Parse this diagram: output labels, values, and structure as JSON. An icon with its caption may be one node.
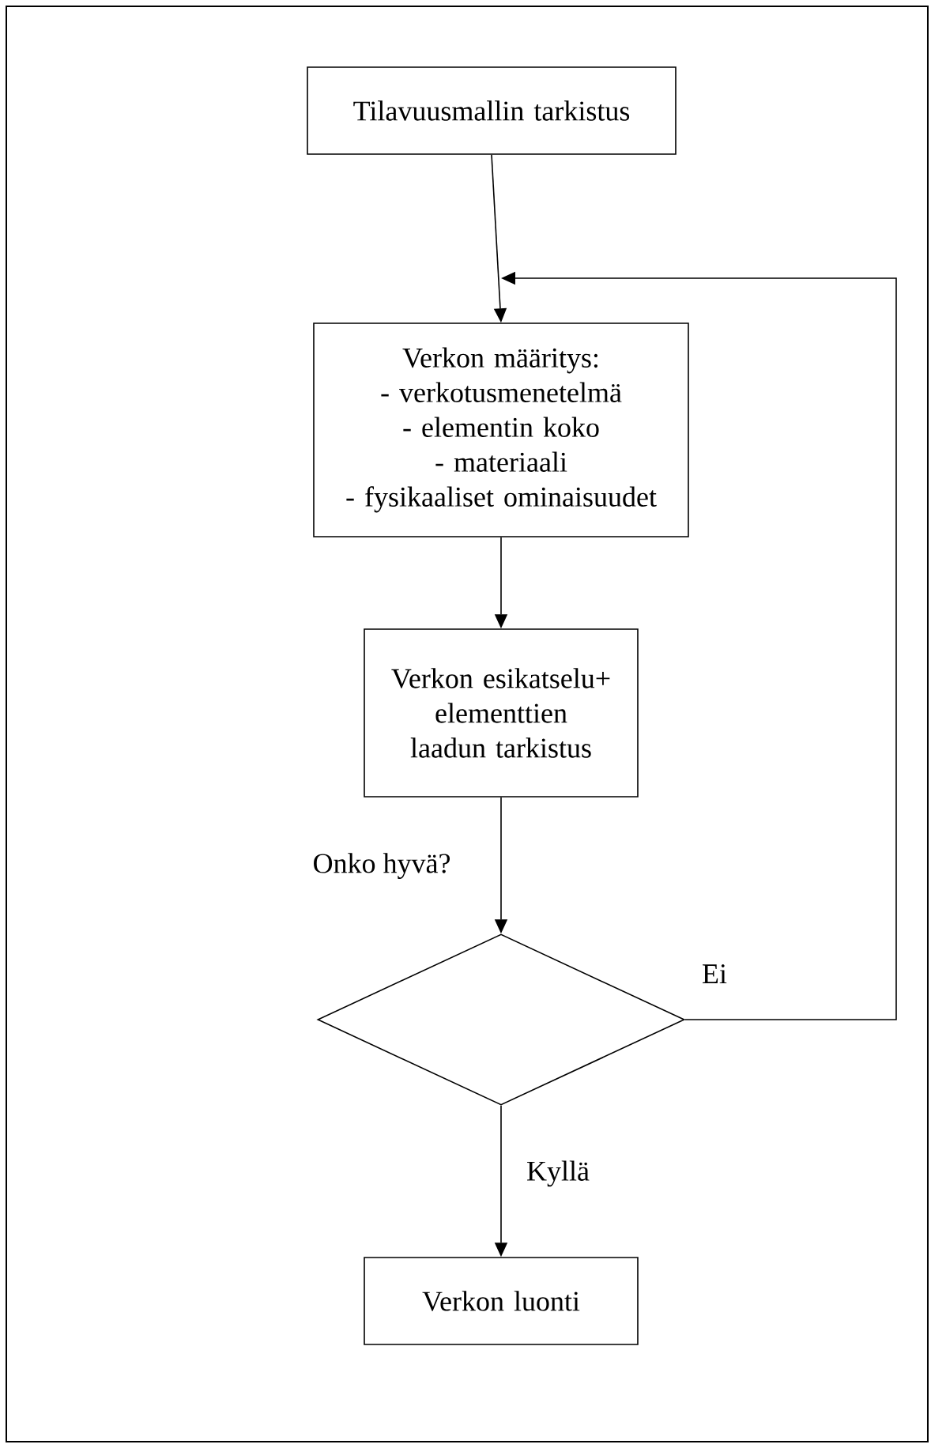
{
  "diagram": {
    "nodes": [
      {
        "text": [
          "Tilavuusmallin tarkistus"
        ]
      },
      {
        "text": [
          "Verkon määritys:",
          "- verkotusmenetelmä",
          "- elementin koko",
          "- materiaali",
          "- fysikaaliset ominaisuudet"
        ]
      },
      {
        "text": [
          "Verkon esikatselu+ elementtien laadun tarkistus"
        ]
      },
      {
        "text": [],
        "shape": "diamond",
        "beside": [
          "Onko hyvä?"
        ]
      },
      {
        "text": [
          "Verkon luonti"
        ]
      }
    ],
    "edges": [
      {
        "from": 0,
        "to": 1,
        "arrow": "to"
      },
      {
        "from": 1,
        "to": 2,
        "arrow": "to"
      },
      {
        "from": 2,
        "to": 3,
        "arrow": "to"
      },
      {
        "from": 3,
        "to": 1,
        "arrow": "to",
        "label": "Ei"
      },
      {
        "from": 3,
        "to": 4,
        "arrow": "to",
        "label": "Kyllä"
      }
    ]
  }
}
